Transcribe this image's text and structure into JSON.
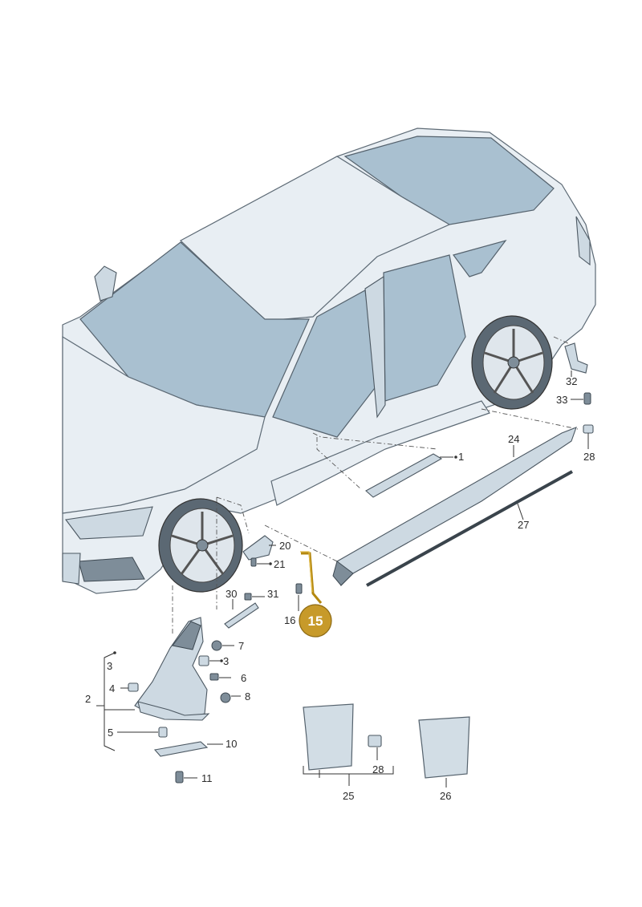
{
  "callouts": {
    "c1": "1",
    "c2": "2",
    "c3a": "3",
    "c3b": "3",
    "c4": "4",
    "c5": "5",
    "c6": "6",
    "c7": "7",
    "c8": "8",
    "c10": "10",
    "c11": "11",
    "c15": "15",
    "c16": "16",
    "c20": "20",
    "c21": "21",
    "c24": "24",
    "c25": "25",
    "c26": "26",
    "c27": "27",
    "c28a": "28",
    "c28b": "28",
    "c30": "30",
    "c31": "31",
    "c32": "32",
    "c33": "33"
  },
  "highlight": {
    "color": "#c79a2a",
    "part": "15"
  }
}
